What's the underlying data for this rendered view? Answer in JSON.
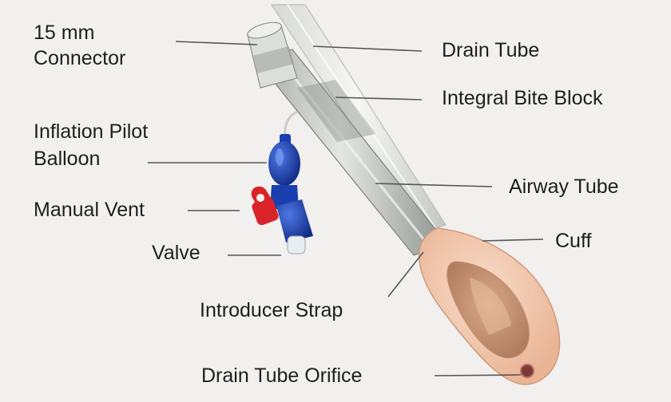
{
  "labels": {
    "connector_line1": "15 mm",
    "connector_line2": "Connector",
    "pilot_line1": "Inflation Pilot",
    "pilot_line2": "Balloon",
    "manual_vent": "Manual Vent",
    "valve": "Valve",
    "drain_tube": "Drain Tube",
    "integral_bite_block": "Integral Bite Block",
    "airway_tube": "Airway Tube",
    "cuff": "Cuff",
    "introducer_strap": "Introducer Strap",
    "drain_tube_orifice": "Drain Tube Orifice"
  },
  "colors": {
    "background": "#f2f0ee",
    "cuff": "#f0c4a8",
    "pilot_balloon": "#1a3fb0",
    "manual_vent": "#d8232a",
    "leader_lines": "#555555"
  }
}
